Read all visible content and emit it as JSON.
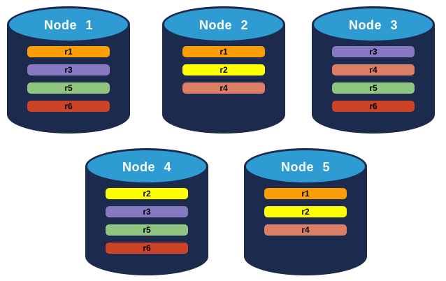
{
  "diagram": {
    "background": "#FFFFFF",
    "nodes": [
      {
        "name": "Node 1",
        "replicas": [
          "r1",
          "r3",
          "r5",
          "r6"
        ]
      },
      {
        "name": "Node 2",
        "replicas": [
          "r1",
          "r2",
          "r4"
        ]
      },
      {
        "name": "Node 3",
        "replicas": [
          "r3",
          "r4",
          "r5",
          "r6"
        ]
      },
      {
        "name": "Node 4",
        "replicas": [
          "r2",
          "r3",
          "r5",
          "r6"
        ]
      },
      {
        "name": "Node 5",
        "replicas": [
          "r1",
          "r2",
          "r4"
        ]
      }
    ],
    "replica_colors": {
      "r1": "#FA9E06",
      "r2": "#FFFF00",
      "r3": "#8679C1",
      "r4": "#DC7E66",
      "r5": "#8FC57E",
      "r6": "#CC4425"
    },
    "cylinder_colors": {
      "body": "#1C2A4E",
      "top": "#2F9BD3",
      "title_text": "#FFFFFF",
      "replica_text": "#000000"
    }
  }
}
